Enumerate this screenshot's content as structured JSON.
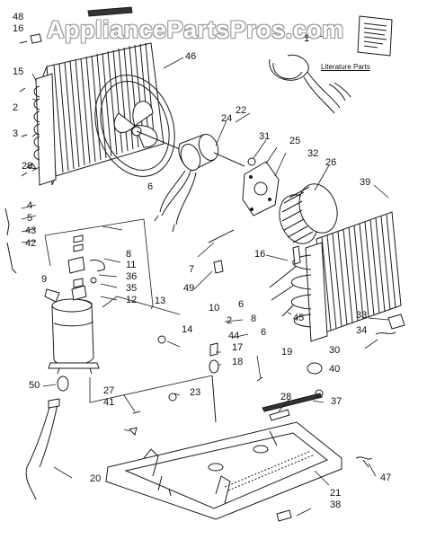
{
  "watermark": "AppliancePartsPros.com",
  "literature_caption": "Literature Parts",
  "callouts": {
    "c48": "48",
    "c16a": "16",
    "c1": "1",
    "c46": "46",
    "c15": "15",
    "c2a": "2",
    "c3": "3",
    "c22": "22",
    "c24": "24",
    "c31": "31",
    "c25": "25",
    "c32": "32",
    "c26": "26",
    "c39": "39",
    "c29": "29",
    "c4": "4",
    "c5": "5",
    "c43": "43",
    "c42": "42",
    "c6a": "6",
    "c8": "8",
    "c11": "11",
    "c9": "9",
    "c36": "36",
    "c35": "35",
    "c12": "12",
    "c13": "13",
    "c7": "7",
    "c49": "49",
    "c16b": "16",
    "c10": "10",
    "c6b": "6",
    "c2b": "2",
    "c8b": "8",
    "c44": "44",
    "c6c": "6",
    "c45": "45",
    "c33": "33",
    "c34": "34",
    "c14": "14",
    "c17": "17",
    "c18": "18",
    "c19": "19",
    "c30": "30",
    "c40": "40",
    "c23": "23",
    "c28": "28",
    "c37": "37",
    "c50": "50",
    "c27": "27",
    "c41": "41",
    "c20": "20",
    "c47": "47",
    "c21": "21",
    "c38": "38"
  }
}
